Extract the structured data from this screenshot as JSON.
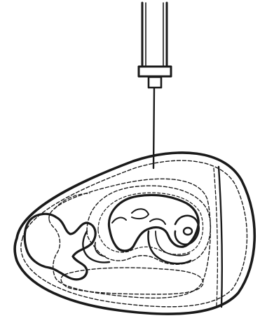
{
  "figure": {
    "style": "black-and-white line drawing",
    "ink_color": "#1a1a1a",
    "paper_color": "#ffffff",
    "parts": [
      "syringe",
      "needle",
      "egg-shell",
      "air-cell",
      "embryo",
      "amniotic-sac",
      "allantois",
      "yolk-sac",
      "albumen"
    ]
  }
}
